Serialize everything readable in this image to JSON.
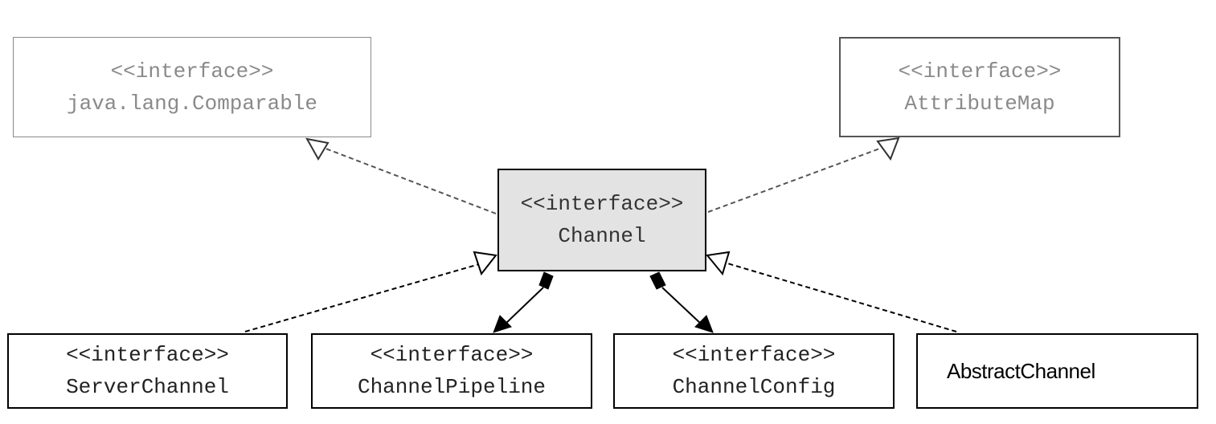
{
  "boxes": {
    "comparable": {
      "stereotype": "<<interface>>",
      "name": "java.lang.Comparable"
    },
    "attribute_map": {
      "stereotype": "<<interface>>",
      "name": "AttributeMap"
    },
    "channel": {
      "stereotype": "<<interface>>",
      "name": "Channel"
    },
    "server_channel": {
      "stereotype": "<<interface>>",
      "name": "ServerChannel"
    },
    "channel_pipeline": {
      "stereotype": "<<interface>>",
      "name": "ChannelPipeline"
    },
    "channel_config": {
      "stereotype": "<<interface>>",
      "name": "ChannelConfig"
    },
    "abstract_channel": {
      "name": "AbstractChannel"
    }
  },
  "relations": [
    {
      "from": "channel",
      "to": "comparable",
      "kind": "realization"
    },
    {
      "from": "channel",
      "to": "attribute_map",
      "kind": "realization"
    },
    {
      "from": "server_channel",
      "to": "channel",
      "kind": "realization"
    },
    {
      "from": "abstract_channel",
      "to": "channel",
      "kind": "realization"
    },
    {
      "from": "channel",
      "to": "channel_pipeline",
      "kind": "composition"
    },
    {
      "from": "channel",
      "to": "channel_config",
      "kind": "composition"
    }
  ],
  "colors": {
    "line": "#333333",
    "faded": "#8a8a8a",
    "channel_fill": "#e3e3e3"
  }
}
